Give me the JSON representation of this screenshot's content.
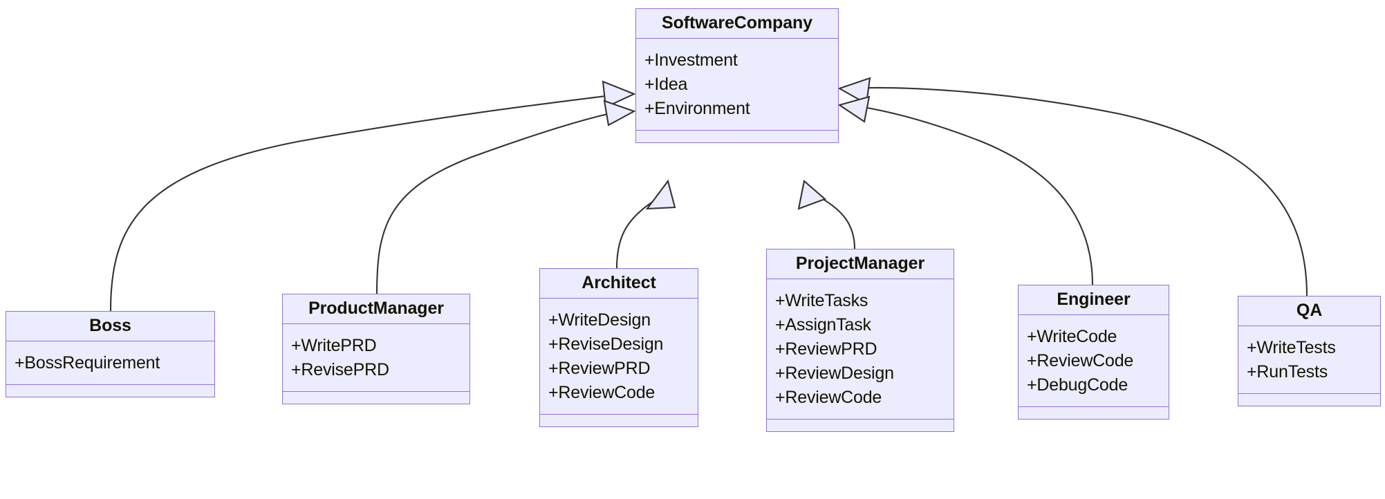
{
  "diagram": {
    "kind": "uml-class-diagram",
    "relationship": "generalization",
    "colors": {
      "node_fill": "#ECECFF",
      "node_border": "#9370DB",
      "text": "#131300",
      "edge": "#333333",
      "background": "#FFFFFF"
    },
    "classes": [
      {
        "id": "softwarecompany",
        "name": "SoftwareCompany",
        "attributes": [
          "+Investment",
          "+Idea",
          "+Environment"
        ],
        "methods": []
      },
      {
        "id": "boss",
        "name": "Boss",
        "attributes": [
          "+BossRequirement"
        ],
        "methods": []
      },
      {
        "id": "productmanager",
        "name": "ProductManager",
        "attributes": [
          "+WritePRD",
          "+RevisePRD"
        ],
        "methods": []
      },
      {
        "id": "architect",
        "name": "Architect",
        "attributes": [
          "+WriteDesign",
          "+ReviseDesign",
          "+ReviewPRD",
          "+ReviewCode"
        ],
        "methods": []
      },
      {
        "id": "projectmanager",
        "name": "ProjectManager",
        "attributes": [
          "+WriteTasks",
          "+AssignTask",
          "+ReviewPRD",
          "+ReviewDesign",
          "+ReviewCode"
        ],
        "methods": []
      },
      {
        "id": "engineer",
        "name": "Engineer",
        "attributes": [
          "+WriteCode",
          "+ReviewCode",
          "+DebugCode"
        ],
        "methods": []
      },
      {
        "id": "qa",
        "name": "QA",
        "attributes": [
          "+WriteTests",
          "+RunTests"
        ],
        "methods": []
      }
    ],
    "edges": [
      {
        "from": "boss",
        "to": "softwarecompany",
        "type": "generalization"
      },
      {
        "from": "productmanager",
        "to": "softwarecompany",
        "type": "generalization"
      },
      {
        "from": "architect",
        "to": "softwarecompany",
        "type": "generalization"
      },
      {
        "from": "projectmanager",
        "to": "softwarecompany",
        "type": "generalization"
      },
      {
        "from": "engineer",
        "to": "softwarecompany",
        "type": "generalization"
      },
      {
        "from": "qa",
        "to": "softwarecompany",
        "type": "generalization"
      }
    ]
  }
}
